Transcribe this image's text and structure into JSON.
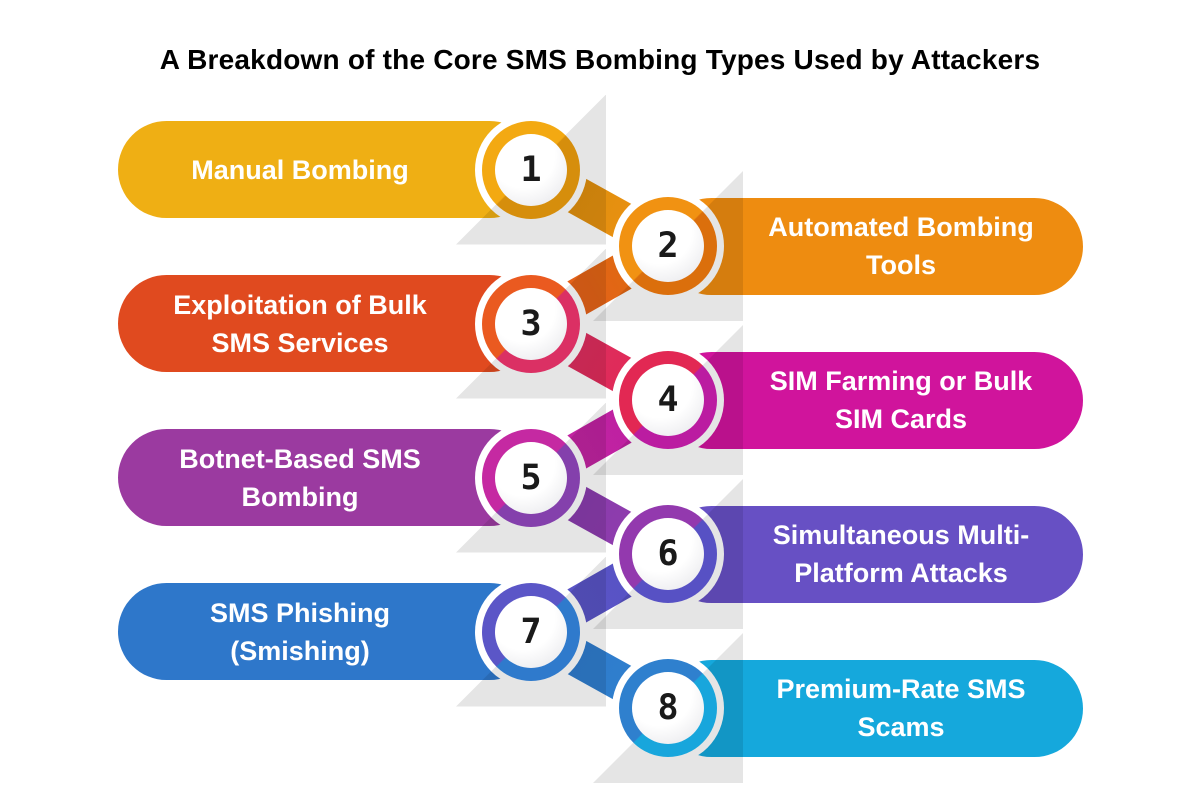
{
  "title": "A Breakdown of the Core SMS Bombing Types Used by Attackers",
  "background_color": "#ffffff",
  "title_color": "#000000",
  "label_text_color": "#ffffff",
  "number_text_color": "#1a1a1a",
  "items": [
    {
      "number": "1",
      "label": "Manual Bombing",
      "side": "left",
      "pill_color": "#EFAF14",
      "ring_light": "#F3A912",
      "ring_dark": "#D68E0C"
    },
    {
      "number": "2",
      "label": "Automated Bombing\nTools",
      "side": "right",
      "pill_color": "#EE8C10",
      "ring_light": "#F19212",
      "ring_dark": "#DB6F0C"
    },
    {
      "number": "3",
      "label": "Exploitation of Bulk\nSMS Services",
      "side": "left",
      "pill_color": "#E04A1F",
      "ring_light": "#EA5A20",
      "ring_dark": "#DB3064"
    },
    {
      "number": "4",
      "label": "SIM Farming or Bulk\nSIM Cards",
      "side": "right",
      "pill_color": "#D0149C",
      "ring_light": "#E22853",
      "ring_dark": "#BB1CA1"
    },
    {
      "number": "5",
      "label": "Botnet-Based SMS\nBombing",
      "side": "left",
      "pill_color": "#9B3AA0",
      "ring_light": "#C529A2",
      "ring_dark": "#8440AC"
    },
    {
      "number": "6",
      "label": "Simultaneous Multi-\nPlatform Attacks",
      "side": "right",
      "pill_color": "#6750C4",
      "ring_light": "#9339AE",
      "ring_dark": "#5751C4"
    },
    {
      "number": "7",
      "label": "SMS Phishing\n(Smishing)",
      "side": "left",
      "pill_color": "#2E77CA",
      "ring_light": "#5B56C7",
      "ring_dark": "#2F7ACC"
    },
    {
      "number": "8",
      "label": "Premium-Rate SMS\nScams",
      "side": "right",
      "pill_color": "#15A8DC",
      "ring_light": "#2F80CE",
      "ring_dark": "#18A6DC"
    }
  ]
}
